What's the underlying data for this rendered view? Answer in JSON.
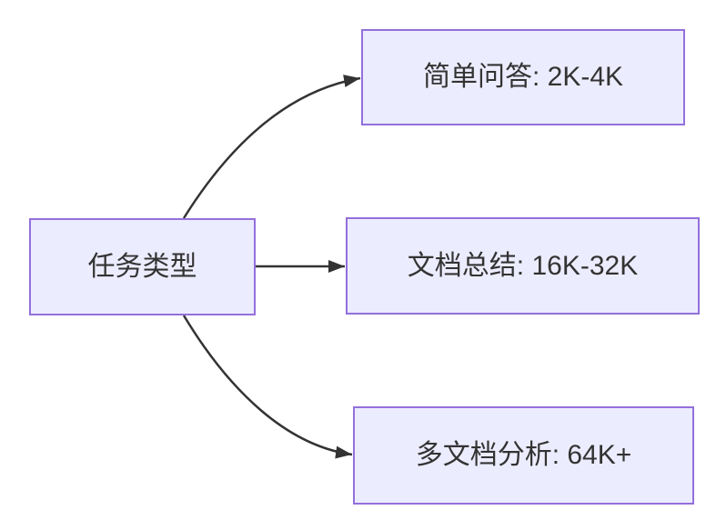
{
  "diagram": {
    "type": "flowchart",
    "direction": "left-to-right",
    "root": {
      "id": "task-type",
      "label": "任务类型"
    },
    "branches": [
      {
        "id": "simple-qa",
        "label": "简单问答: 2K-4K"
      },
      {
        "id": "doc-summary",
        "label": "文档总结: 16K-32K"
      },
      {
        "id": "multi-doc-analysis",
        "label": "多文档分析: 64K+"
      }
    ],
    "edges": [
      {
        "from": "task-type",
        "to": "simple-qa"
      },
      {
        "from": "task-type",
        "to": "doc-summary"
      },
      {
        "from": "task-type",
        "to": "multi-doc-analysis"
      }
    ],
    "colors": {
      "node_fill": "#ECECFF",
      "node_border": "#9370DB",
      "edge_line": "#333333",
      "text": "#333333",
      "background": "#FFFFFF"
    }
  }
}
